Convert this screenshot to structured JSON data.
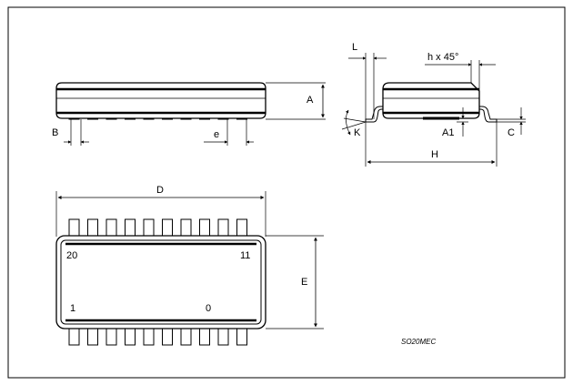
{
  "labels": {
    "L": "L",
    "h_x_45": "h x 45°",
    "A": "A",
    "B": "B",
    "e": "e",
    "K": "K",
    "A1": "A1",
    "C": "C",
    "H": "H",
    "D": "D",
    "E": "E"
  },
  "pins": {
    "top_left": "20",
    "top_right": "11",
    "bottom_left": "1",
    "bottom_right": "0"
  },
  "drawing_code": "SO20MEC",
  "pin_count_per_side": 10
}
